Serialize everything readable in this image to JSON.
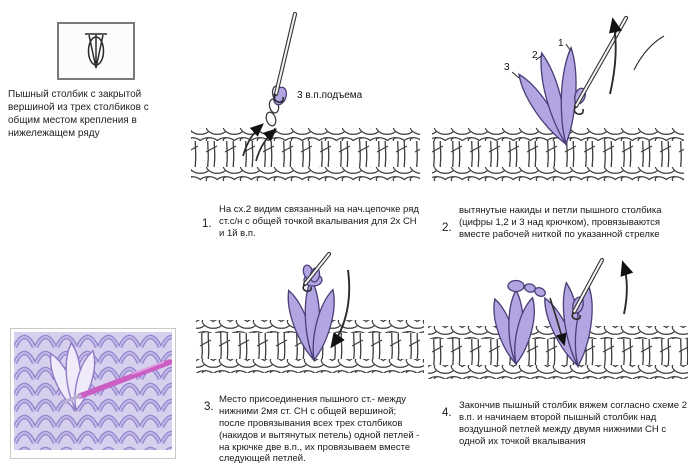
{
  "legend": {
    "caption": "Пышный столбик с закрытой вершиной из трех столбиков с общим местом крепления в нижележащем ряду"
  },
  "steps": [
    {
      "num": "1.",
      "annotation": "3 в.п.подъема",
      "caption": "На сх.2 видим связанный на нач.цепочке ряд ст.с/н с общей точкой вкалывания для 2х СН и 1й в.п."
    },
    {
      "num": "2.",
      "nums": [
        "3",
        "2",
        "1"
      ],
      "caption": "вытянутые накиды и петли пышного столбика (цифры 1,2 и 3 над крючком),  провязываются вместе рабочей ниткой по указанной стрелке"
    },
    {
      "num": "3.",
      "caption": "Место присоединения пышного ст.- между нижними 2мя ст. СН с общей вершиной;  после провязывания всех трех столбиков (накидов и вытянутых петель) одной петлей - на крючке две в.п., их провязываем вместе следующей петлей."
    },
    {
      "num": "4.",
      "caption": "Закончив пышный столбик вяжем согласно схеме 2 в.п. и начинаем второй пышный столбик над воздушной петлей между двумя нижними СН с одной их точкой вкалывания"
    }
  ],
  "colors": {
    "puff_purple": "#b3a5e1",
    "line_ink": "#2b2b2b",
    "photo_background": "#d7cfee",
    "hook_pink": "#cb5ec3"
  }
}
